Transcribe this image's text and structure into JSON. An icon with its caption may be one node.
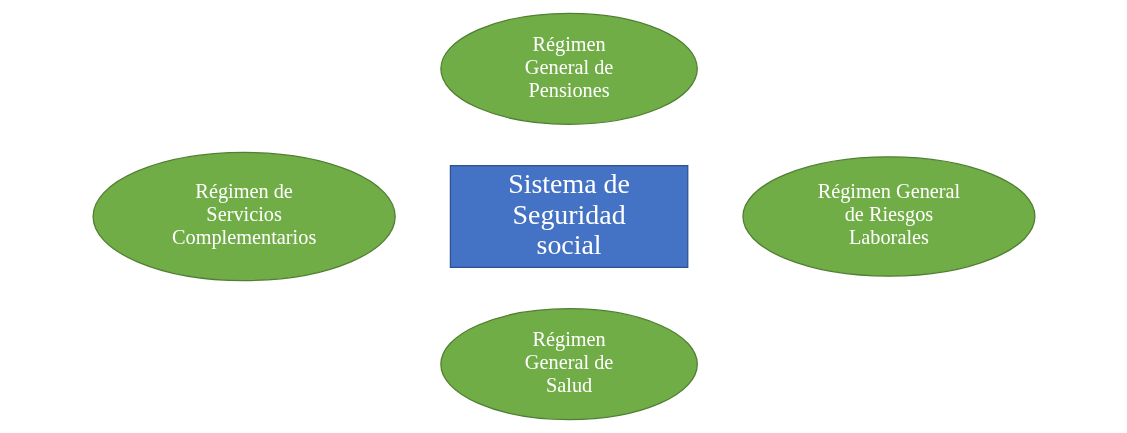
{
  "diagram": {
    "nodes": [
      {
        "text": [
          "Régimen General de Pensiones"
        ]
      },
      {
        "text": [
          "Régimen de Servicios Complementarios"
        ]
      },
      {
        "text": [
          "Sistema de Seguridad social"
        ]
      },
      {
        "text": [
          "Régimen General de Riesgos Laborales"
        ]
      },
      {
        "text": [
          "Régimen General de Salud"
        ]
      }
    ],
    "edges": []
  }
}
